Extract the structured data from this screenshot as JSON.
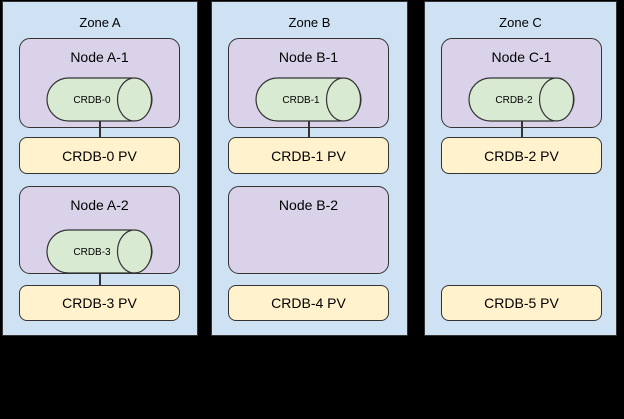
{
  "diagram": {
    "colors": {
      "background": "#000000",
      "zone_fill": "#cfe2f3",
      "node_fill": "#d9d2e9",
      "pod_fill": "#d9ead3",
      "pv_fill": "#fff2cc",
      "border": "#333333",
      "text": "#000000"
    },
    "zones": [
      {
        "title": "Zone A",
        "nodes": [
          {
            "title": "Node A-1",
            "pod": "CRDB-0",
            "connected_pv": "CRDB-0 PV"
          },
          {
            "title": "Node A-2",
            "pod": "CRDB-3",
            "connected_pv": "CRDB-3 PV"
          }
        ],
        "pvs": [
          "CRDB-0 PV",
          "CRDB-3 PV"
        ]
      },
      {
        "title": "Zone B",
        "nodes": [
          {
            "title": "Node B-1",
            "pod": "CRDB-1",
            "connected_pv": "CRDB-1 PV"
          },
          {
            "title": "Node B-2",
            "pod": null,
            "connected_pv": null
          }
        ],
        "pvs": [
          "CRDB-1 PV",
          "CRDB-4 PV"
        ]
      },
      {
        "title": "Zone C",
        "nodes": [
          {
            "title": "Node C-1",
            "pod": "CRDB-2",
            "connected_pv": "CRDB-2 PV"
          }
        ],
        "pvs": [
          "CRDB-2 PV",
          "CRDB-5 PV"
        ]
      }
    ]
  }
}
